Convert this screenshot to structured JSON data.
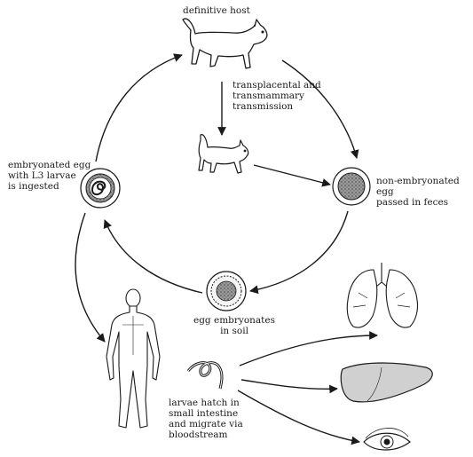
{
  "labels": {
    "definitive_host": "definitive host",
    "transplacental": "transplacental and\ntransmammary\ntransmission",
    "embryonated_egg": "embryonated egg\nwith L3 larvae\nis ingested",
    "non_embryonated_egg": "non-embryonated egg\npassed in feces",
    "egg_embryonates": "egg embryonates\nin soil",
    "larvae_hatch": "larvae hatch in\nsmall intestine\nand  migrate via\nbloodstream"
  },
  "colors": {
    "ink": "#1a1a1a",
    "egg_fill": "#8a8a8a",
    "organ_fill": "#cfcfcf"
  }
}
